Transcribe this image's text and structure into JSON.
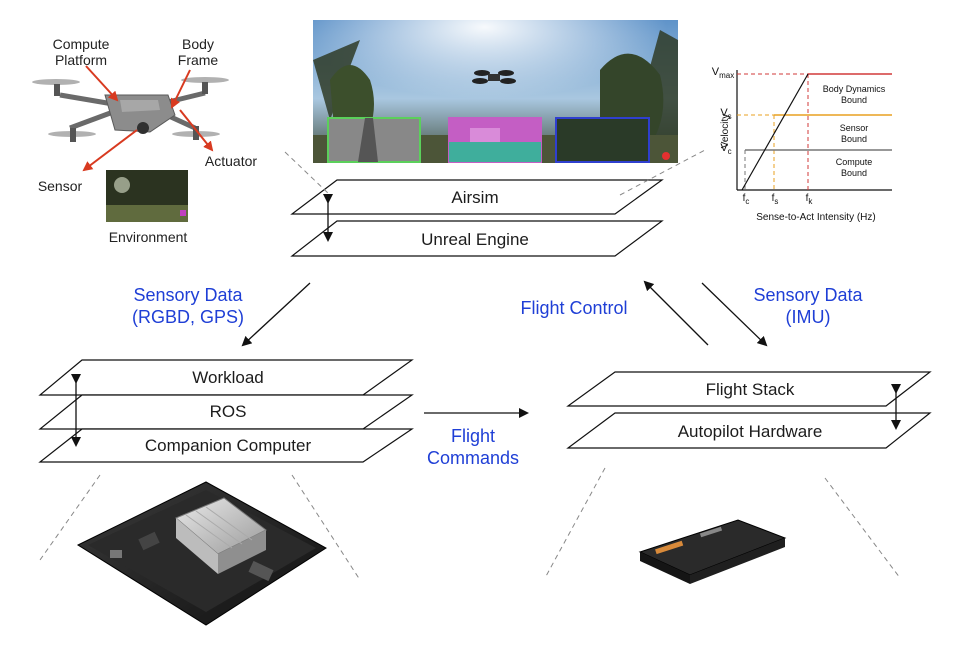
{
  "drone_labels": {
    "compute_platform": [
      "Compute",
      "Platform"
    ],
    "body_frame": [
      "Body",
      "Frame"
    ],
    "actuator": "Actuator",
    "sensor": "Sensor",
    "environment": "Environment"
  },
  "sim_stack": {
    "top": "Airsim",
    "bottom": "Unreal Engine"
  },
  "companion_stack": {
    "top": "Workload",
    "middle": "ROS",
    "bottom": "Companion Computer"
  },
  "autopilot_stack": {
    "top": "Flight Stack",
    "bottom": "Autopilot Hardware"
  },
  "flows": {
    "sensory_left": [
      "Sensory Data",
      "(RGBD, GPS)"
    ],
    "flight_control": "Flight Control",
    "sensory_right": [
      "Sensory Data",
      "(IMU)"
    ],
    "flight_commands": [
      "Flight",
      "Commands"
    ]
  },
  "roofline_chart": {
    "y_axis_label": "Velocity",
    "x_axis_label": "Sense-to-Act Intensity (Hz)",
    "y_ticks": [
      {
        "base": "V",
        "sub": "max"
      },
      {
        "base": "V",
        "sub": "s"
      },
      {
        "base": "V",
        "sub": "c"
      }
    ],
    "x_ticks": [
      {
        "base": "f",
        "sub": "c"
      },
      {
        "base": "f",
        "sub": "s"
      },
      {
        "base": "f",
        "sub": "k"
      }
    ],
    "regions": [
      {
        "text": [
          "Body Dynamics",
          "Bound"
        ],
        "color": "#d23a3a"
      },
      {
        "text": [
          "Sensor",
          "Bound"
        ],
        "color": "#e8a020"
      },
      {
        "text": [
          "Compute",
          "Bound"
        ],
        "color": "#777777"
      }
    ]
  },
  "colors": {
    "flow_text": "#1f3fd6",
    "body_bound": "#d23a3a",
    "sensor_bound": "#e8a020",
    "compute_bound": "#777777"
  }
}
